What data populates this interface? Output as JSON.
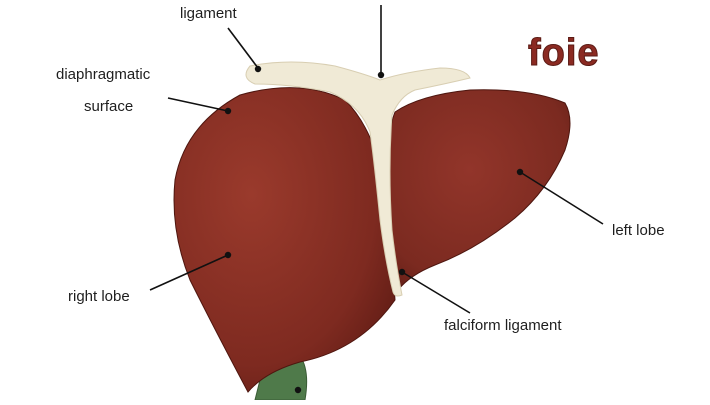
{
  "title": "foie",
  "labels": {
    "ligament_top": "ligament",
    "diaphragmatic_1": "diaphragmatic",
    "diaphragmatic_2": "surface",
    "right_lobe": "right lobe",
    "left_lobe": "left lobe",
    "falciform": "falciform ligament"
  },
  "colors": {
    "liver": "#8b2e24",
    "liver_shadow": "#5e1b14",
    "ligament": "#f0ead6",
    "gallbladder": "#4f7a4a",
    "title": "#8b2a22",
    "leader": "#111111"
  }
}
